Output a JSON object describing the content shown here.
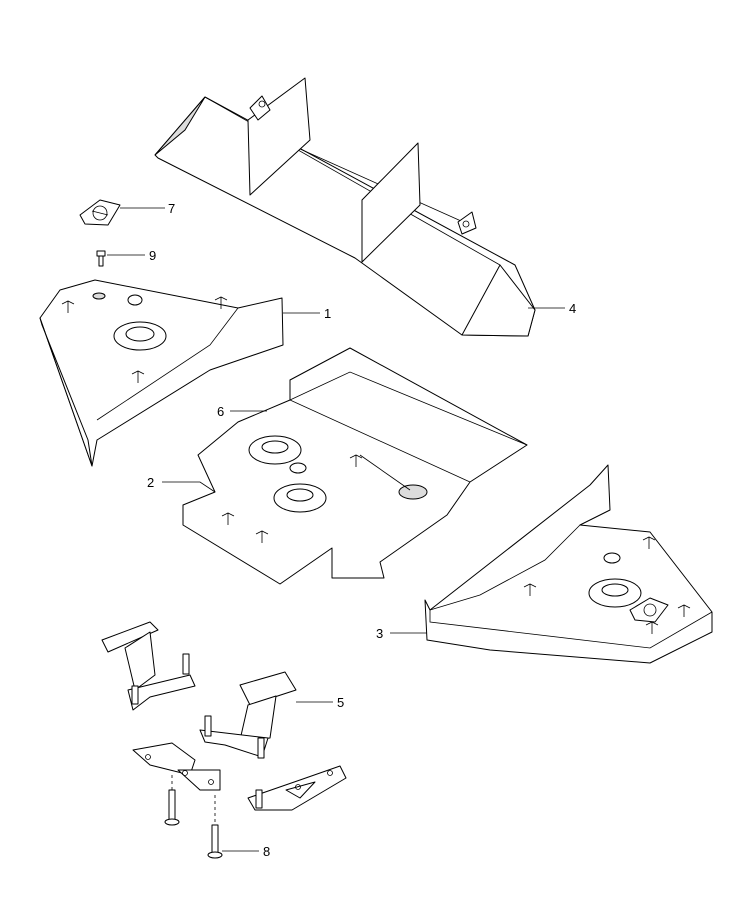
{
  "callouts": [
    {
      "id": "callout-1",
      "label": "1"
    },
    {
      "id": "callout-2",
      "label": "2"
    },
    {
      "id": "callout-3",
      "label": "3"
    },
    {
      "id": "callout-4",
      "label": "4"
    },
    {
      "id": "callout-5",
      "label": "5"
    },
    {
      "id": "callout-6",
      "label": "6"
    },
    {
      "id": "callout-7",
      "label": "7"
    },
    {
      "id": "callout-8",
      "label": "8"
    },
    {
      "id": "callout-9",
      "label": "9"
    }
  ],
  "colors": {
    "line": "#000000",
    "fill": "#ffffff",
    "shade": "#dcdcdc"
  }
}
